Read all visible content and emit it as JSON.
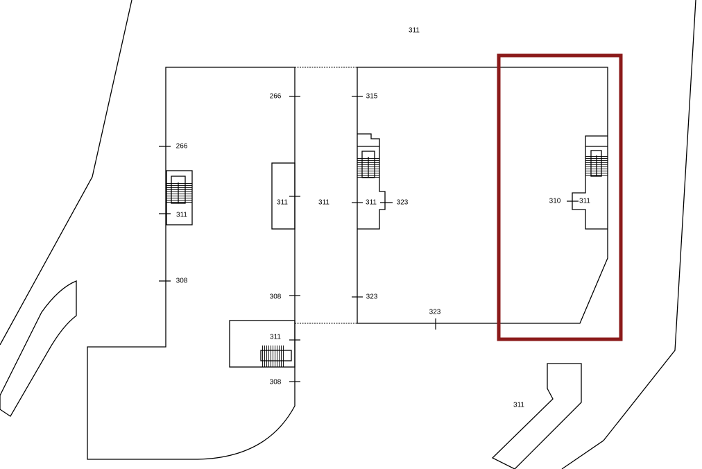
{
  "plan": {
    "labels": [
      "311",
      "266",
      "315",
      "266",
      "311",
      "311",
      "311",
      "311",
      "323",
      "310",
      "311",
      "308",
      "308",
      "323",
      "323",
      "311",
      "308",
      "311"
    ],
    "highlight_color": "#8b1a1a"
  }
}
